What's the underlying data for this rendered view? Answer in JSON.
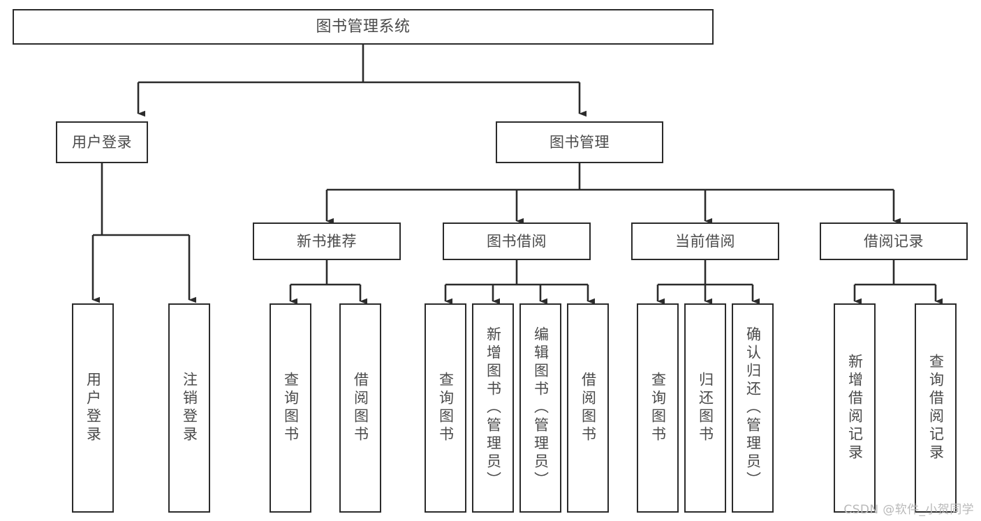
{
  "diagram": {
    "title": "图书管理系统",
    "watermark": "CSDN @软件_小贺同学",
    "colors": {
      "background": "#ffffff",
      "box_border": "#2b2b2b",
      "box_fill": "#ffffff",
      "text": "#4a4a4a",
      "connector": "#2b2b2b",
      "watermark": "#b9b9b9"
    },
    "nodes": {
      "root": {
        "label": "图书管理系统"
      },
      "level2": [
        {
          "label": "用户登录"
        },
        {
          "label": "图书管理"
        }
      ],
      "level3": [
        {
          "label": "新书推荐"
        },
        {
          "label": "图书借阅"
        },
        {
          "label": "当前借阅"
        },
        {
          "label": "借阅记录"
        }
      ],
      "leaves": {
        "user_login": [
          {
            "label": "用户登录"
          },
          {
            "label": "注销登录"
          }
        ],
        "new_books": [
          {
            "label": "查询图书"
          },
          {
            "label": "借阅图书"
          }
        ],
        "borrow": [
          {
            "label": "查询图书"
          },
          {
            "label": "新增图书（管理员）"
          },
          {
            "label": "编辑图书（管理员）"
          },
          {
            "label": "借阅图书"
          }
        ],
        "current": [
          {
            "label": "查询图书"
          },
          {
            "label": "归还图书"
          },
          {
            "label": "确认归还（管理员）"
          }
        ],
        "records": [
          {
            "label": "新增借阅记录"
          },
          {
            "label": "查询借阅记录"
          }
        ]
      }
    }
  }
}
